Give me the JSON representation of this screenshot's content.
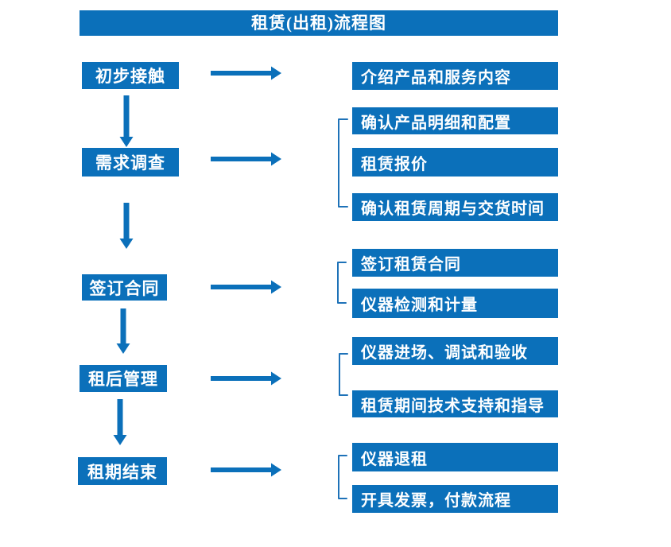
{
  "title": "租赁(出租)流程图",
  "colors": {
    "primary_blue": "#0b70ba",
    "text_white": "#ffffff",
    "page_background": "#ffffff"
  },
  "stages": [
    {
      "label": "初步接触",
      "details": [
        "介绍产品和服务内容"
      ]
    },
    {
      "label": "需求调查",
      "details": [
        "确认产品明细和配置",
        "租赁报价",
        "确认租赁周期与交货时间"
      ]
    },
    {
      "label": "签订合同",
      "details": [
        "签订租赁合同",
        "仪器检测和计量"
      ]
    },
    {
      "label": "租后管理",
      "details": [
        "仪器进场、调试和验收",
        "租赁期间技术支持和指导"
      ]
    },
    {
      "label": "租期结束",
      "details": [
        "仪器退租",
        "开具发票，付款流程"
      ]
    }
  ]
}
